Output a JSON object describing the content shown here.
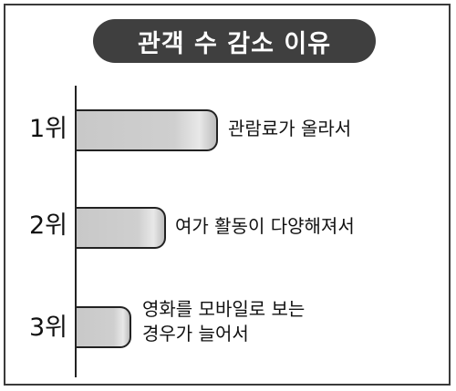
{
  "chart_data": {
    "type": "bar",
    "orientation": "horizontal",
    "title": "관객 수 감소 이유",
    "categories": [
      "1위",
      "2위",
      "3위"
    ],
    "labels": [
      "관람료가 올라서",
      "여가 활동이 다양해져서",
      "영화를 모바일로 보는\n경우가 늘어서"
    ],
    "values": [
      3,
      2,
      1
    ],
    "legend": "none",
    "grid": false
  }
}
